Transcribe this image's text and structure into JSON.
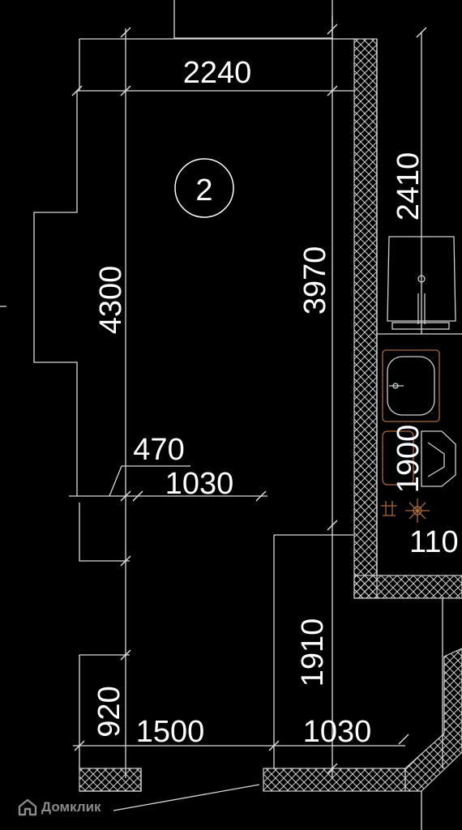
{
  "room_number": "2",
  "dimensions": {
    "top_width": "2240",
    "left_height": "4300",
    "inner_height": "3970",
    "bath_height": "2410",
    "step_offset": "470",
    "mid_width": "1030",
    "bath_lower": "1900",
    "bath_right": "110",
    "hall_height": "1910",
    "bottom_left_height": "920",
    "bottom_left_width": "1500",
    "bottom_right_width": "1030"
  },
  "watermark": "Домклик",
  "colors": {
    "background": "#000000",
    "line": "#d9d9d9",
    "fixture_accent": "#a86a3c"
  }
}
